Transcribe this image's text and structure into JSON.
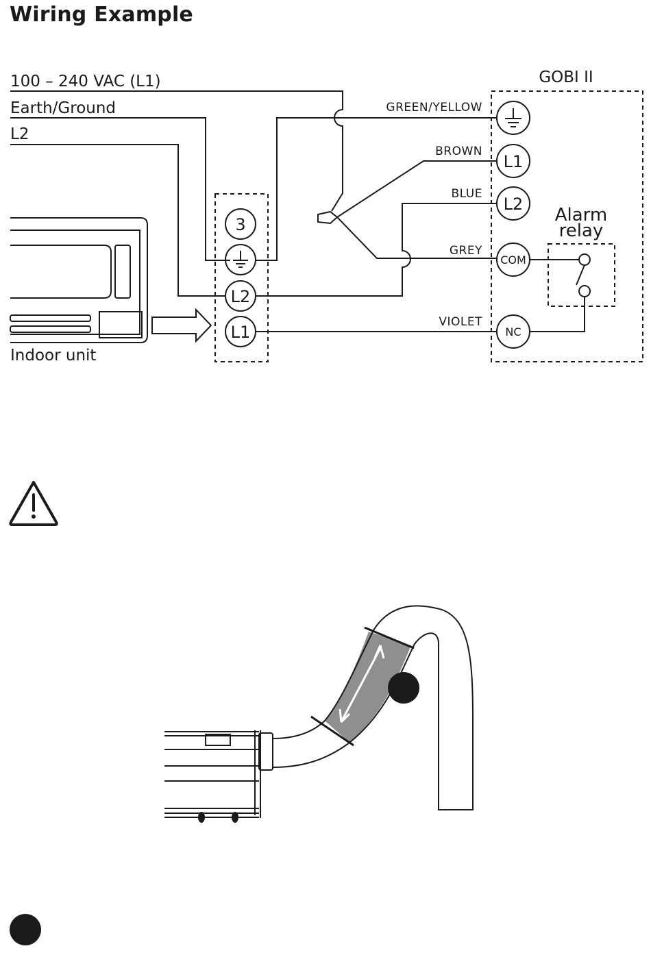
{
  "title": "Wiring Example",
  "supply": {
    "l1": "100 – 240 VAC (L1)",
    "earth": "Earth/Ground",
    "l2": "L2"
  },
  "indoor_unit": {
    "label": "Indoor unit",
    "terminals": [
      "3",
      "⏚",
      "L2",
      "L1"
    ]
  },
  "device": {
    "name": "GOBI II",
    "terminals": [
      "⏚",
      "L1",
      "L2",
      "COM",
      "NC"
    ]
  },
  "wires": {
    "green_yellow": "GREEN/YELLOW",
    "brown": "BROWN",
    "blue": "BLUE",
    "grey": "GREY",
    "violet": "VIOLET"
  },
  "relay": {
    "line1": "Alarm",
    "line2": "relay"
  },
  "icons": [
    "warning-icon",
    "ground-symbol-icon",
    "black-dot-marker-icon"
  ],
  "colors": {
    "ink": "#1a1a1a",
    "hose_fill": "#8f8f8f",
    "arrow": "#ffffff"
  }
}
